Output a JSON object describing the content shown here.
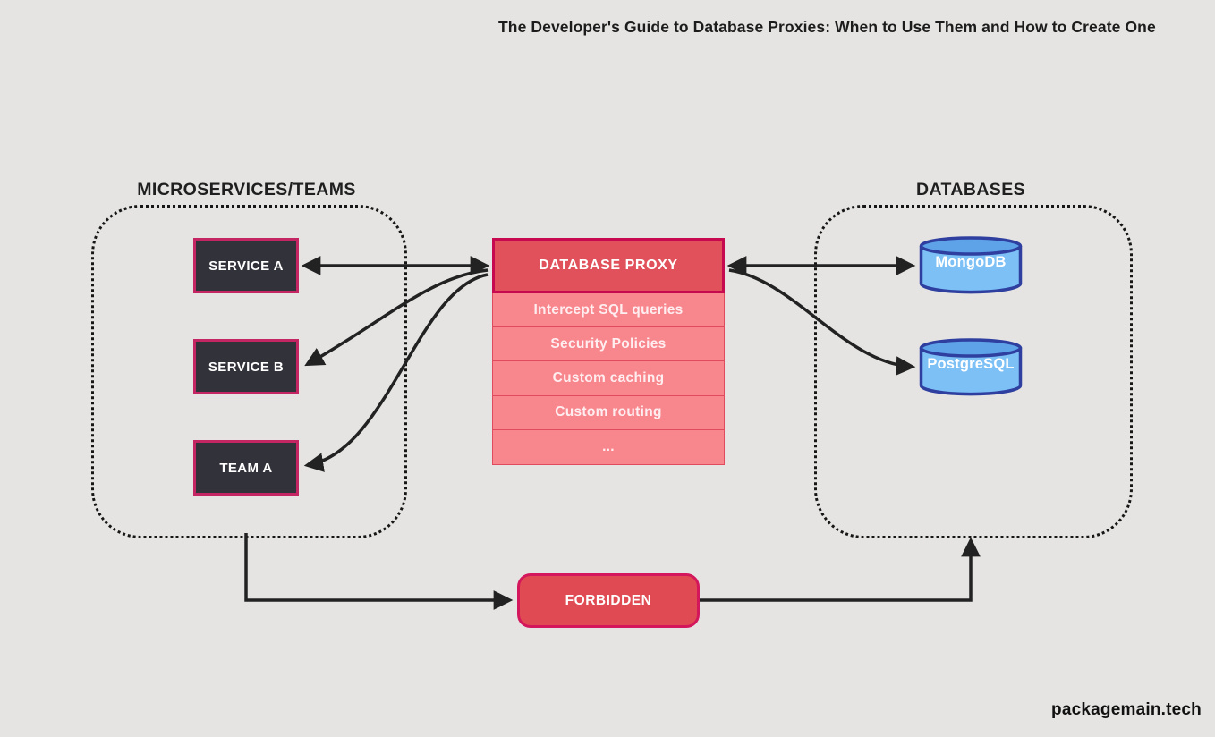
{
  "title": "The Developer's Guide to Database Proxies: When to Use Them and How to Create One",
  "watermark": "packagemain.tech",
  "groups": {
    "microservices": {
      "label": "MICROSERVICES/TEAMS",
      "nodes": [
        "SERVICE A",
        "SERVICE B",
        "TEAM A"
      ]
    },
    "databases": {
      "label": "DATABASES",
      "nodes": [
        "MongoDB",
        "PostgreSQL"
      ]
    }
  },
  "proxy": {
    "title": "DATABASE PROXY",
    "features": [
      "Intercept SQL queries",
      "Security Policies",
      "Custom caching",
      "Custom routing",
      "..."
    ]
  },
  "forbidden": {
    "label": "FORBIDDEN"
  },
  "connections": [
    "SERVICE A <-> DATABASE PROXY",
    "DATABASE PROXY -> SERVICE B",
    "DATABASE PROXY -> TEAM A",
    "DATABASE PROXY <-> MongoDB",
    "DATABASE PROXY -> PostgreSQL",
    "MICROSERVICES/TEAMS -> FORBIDDEN -> DATABASES"
  ],
  "colors": {
    "background": "#e5e4e2",
    "dark_node_fill": "#32323b",
    "dark_node_border": "#c42563",
    "proxy_header_fill": "#e1515b",
    "proxy_header_border": "#c70a50",
    "proxy_row_fill": "#f8868d",
    "proxy_row_border": "#e04b5e",
    "cylinder_body": "#7cc0f6",
    "cylinder_top": "#5ea3e8",
    "cylinder_border": "#2e3fa0",
    "forbidden_fill": "#e04a52",
    "forbidden_border": "#d4175c",
    "arrow": "#222222",
    "dotted_border": "#161616",
    "text_dark": "#1c1c1c",
    "text_light": "#ffffff"
  }
}
